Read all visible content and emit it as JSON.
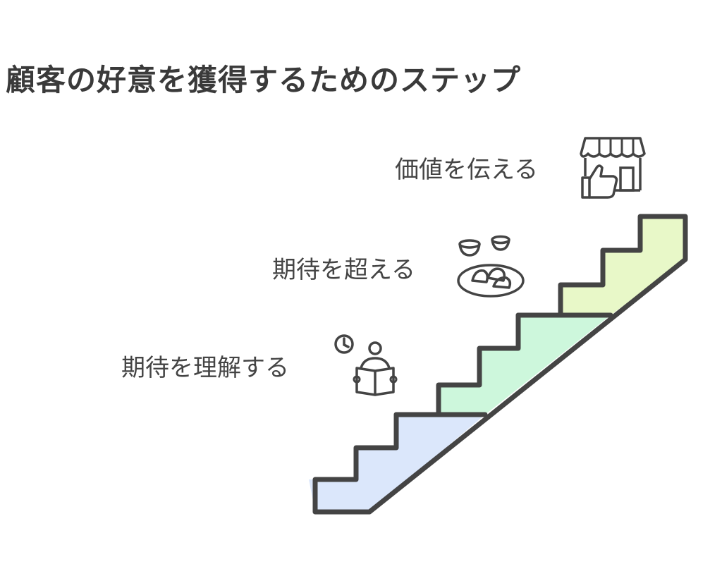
{
  "title": "顧客の好意を獲得するためのステップ",
  "steps": [
    {
      "label": "期待を理解する",
      "icon": "clock-reading-person-icon",
      "color": "#dbe7fb"
    },
    {
      "label": "期待を超える",
      "icon": "food-plate-icon",
      "color": "#cdf7dc"
    },
    {
      "label": "価値を伝える",
      "icon": "store-thumbs-up-icon",
      "color": "#e8f8c8"
    }
  ],
  "stroke_color": "#444444"
}
